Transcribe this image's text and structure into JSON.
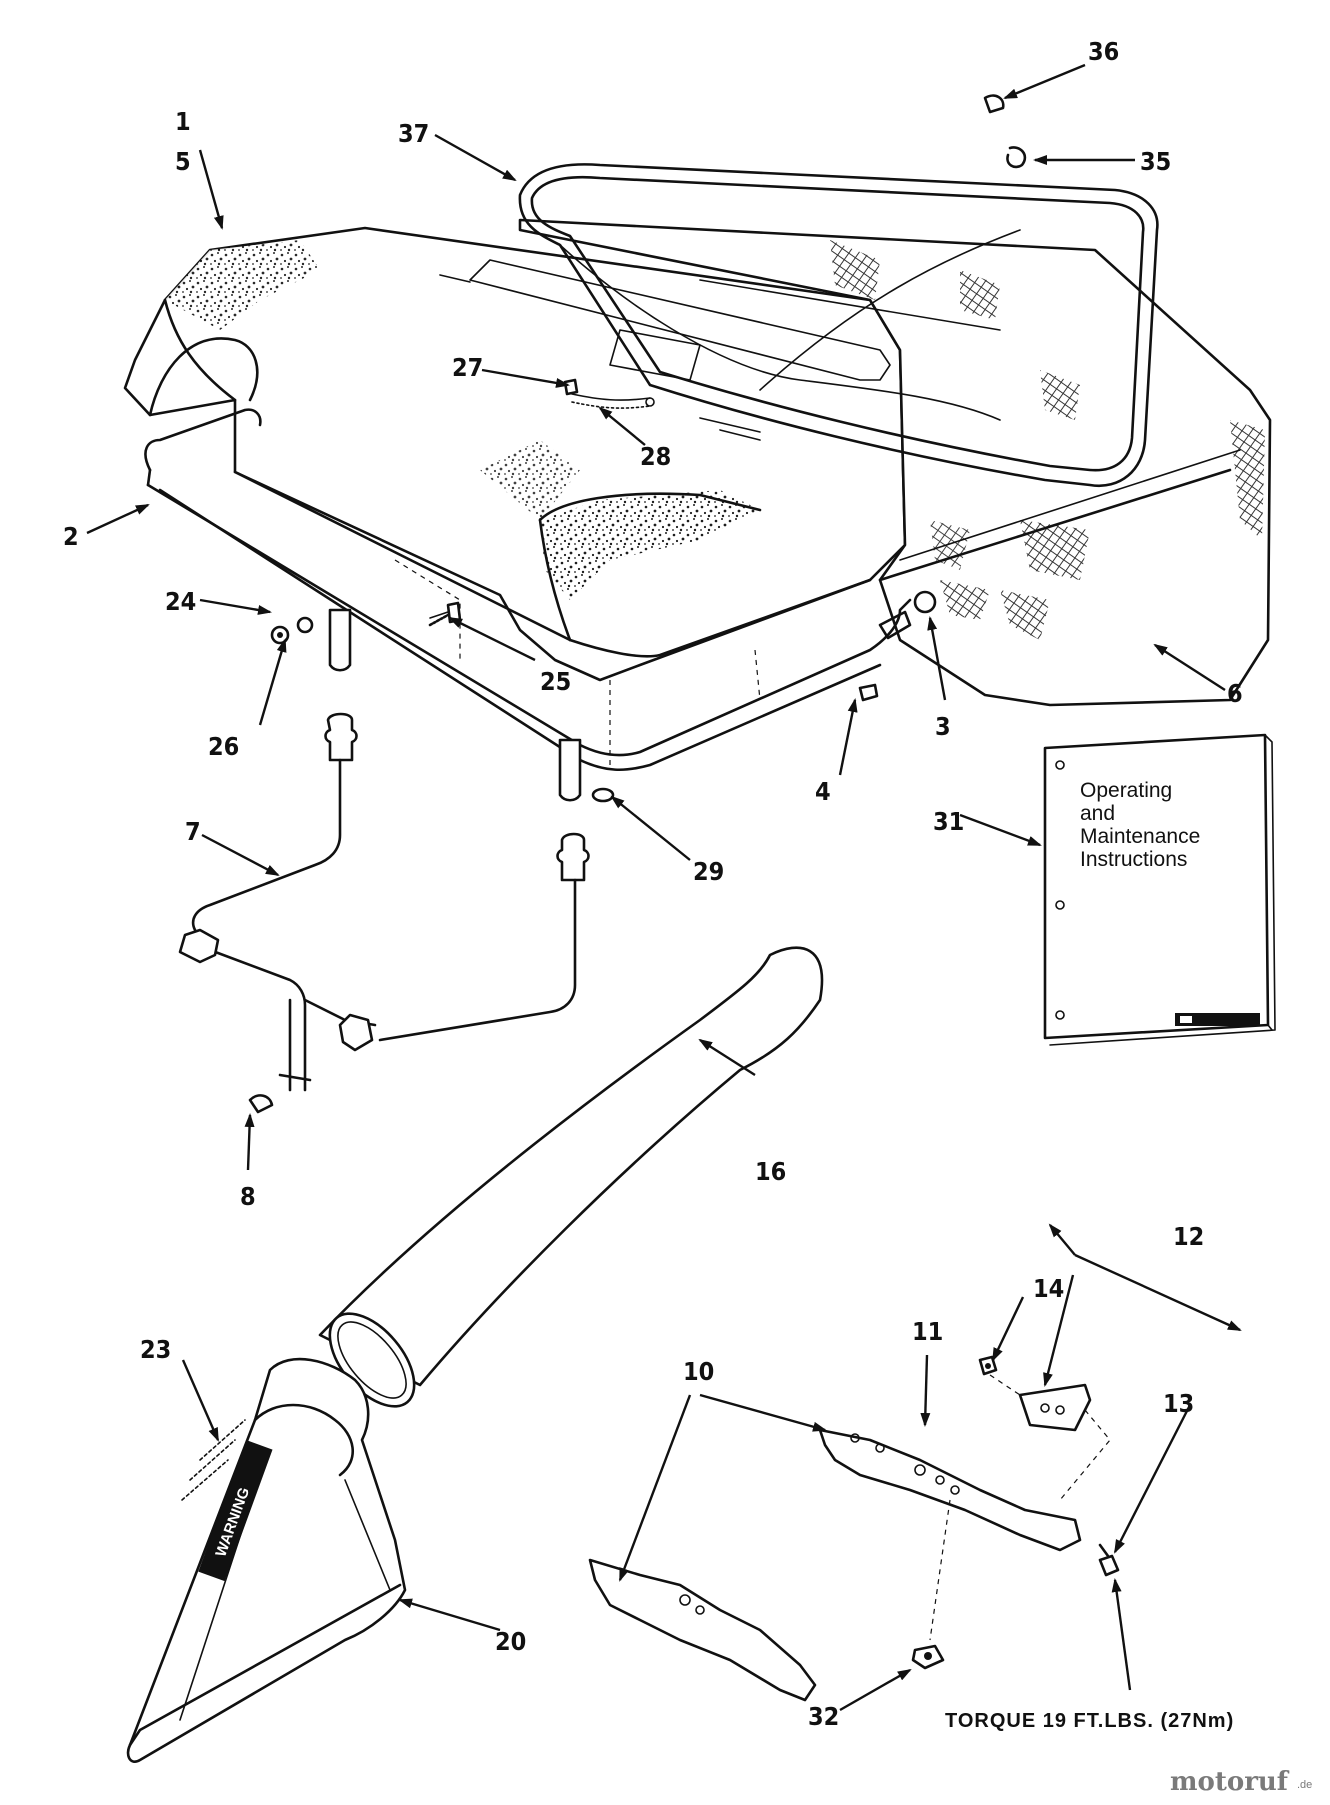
{
  "callouts": {
    "c1": "1",
    "c5": "5",
    "c2": "2",
    "c3": "3",
    "c4": "4",
    "c6": "6",
    "c7": "7",
    "c8": "8",
    "c10": "10",
    "c11": "11",
    "c12": "12",
    "c13": "13",
    "c14": "14",
    "c16": "16",
    "c20": "20",
    "c23": "23",
    "c24": "24",
    "c25": "25",
    "c26": "26",
    "c27": "27",
    "c28": "28",
    "c29": "29",
    "c31": "31",
    "c32": "32",
    "c35": "35",
    "c36": "36",
    "c37": "37"
  },
  "manual": {
    "line1": "Operating",
    "line2": "and",
    "line3": "Maintenance",
    "line4": "Instructions"
  },
  "nozzle_label": "WARNING",
  "torque_note": "TORQUE 19 FT.LBS. (27Nm)",
  "watermark": {
    "brand": "motoruf",
    "suffix": ".de"
  }
}
